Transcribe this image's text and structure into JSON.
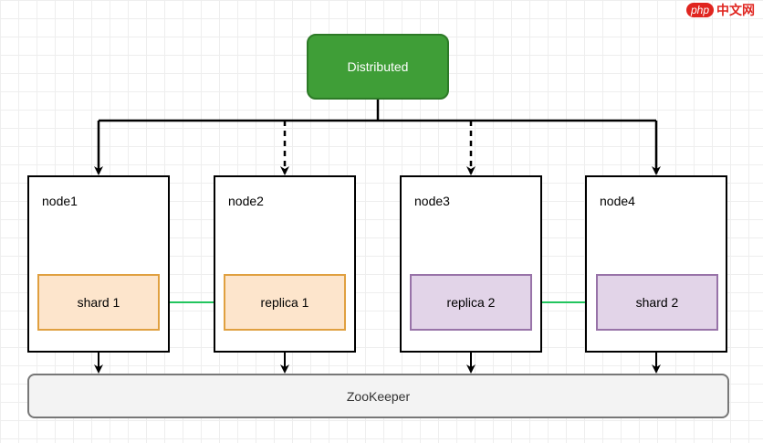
{
  "diagram": {
    "top": {
      "label": "Distributed",
      "color": "#3f9e37"
    },
    "nodes": [
      {
        "label": "node1"
      },
      {
        "label": "node2"
      },
      {
        "label": "node3"
      },
      {
        "label": "node4"
      }
    ],
    "partitions": [
      {
        "label": "shard 1",
        "color": "#fde5cc"
      },
      {
        "label": "replica 1",
        "color": "#fde5cc"
      },
      {
        "label": "replica 2",
        "color": "#e2d4e8"
      },
      {
        "label": "shard 2",
        "color": "#e2d4e8"
      }
    ],
    "coordinator": {
      "label": "ZooKeeper"
    },
    "edges": [
      {
        "from": "Distributed",
        "to": "node1",
        "style": "solid"
      },
      {
        "from": "Distributed",
        "to": "node2",
        "style": "dashed"
      },
      {
        "from": "Distributed",
        "to": "node3",
        "style": "dashed"
      },
      {
        "from": "Distributed",
        "to": "node4",
        "style": "solid"
      },
      {
        "from": "shard 1",
        "to": "replica 1",
        "style": "solid",
        "color": "#22c55e"
      },
      {
        "from": "shard 2",
        "to": "replica 2",
        "style": "solid",
        "color": "#22c55e"
      },
      {
        "from": "node1",
        "to": "ZooKeeper",
        "style": "solid"
      },
      {
        "from": "node2",
        "to": "ZooKeeper",
        "style": "solid"
      },
      {
        "from": "node3",
        "to": "ZooKeeper",
        "style": "solid"
      },
      {
        "from": "node4",
        "to": "ZooKeeper",
        "style": "solid"
      }
    ]
  },
  "watermark": {
    "badge": "php",
    "text": "中文网"
  }
}
